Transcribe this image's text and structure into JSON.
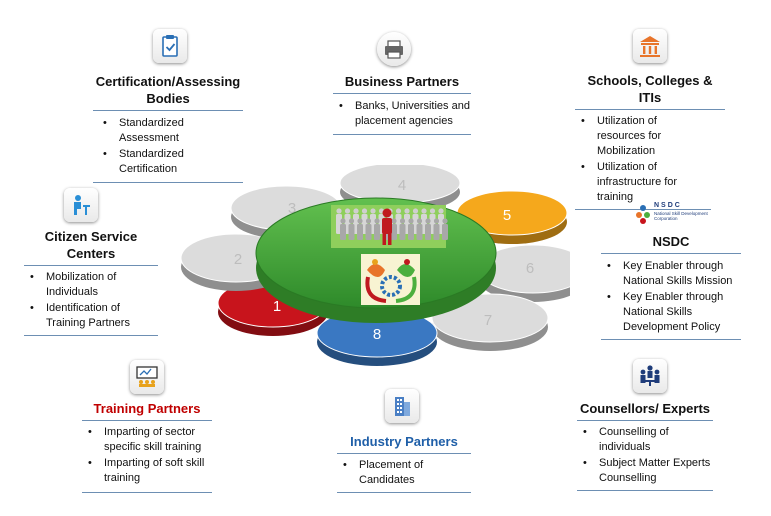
{
  "sections": {
    "certification": {
      "title": "Certification/Assessing Bodies",
      "items": [
        "Standardized Assessment",
        "Standardized Certification"
      ],
      "icon": "clipboard-check-icon"
    },
    "business": {
      "title": "Business Partners",
      "items": [
        "Banks, Universities and placement agencies"
      ],
      "icon": "printer-icon"
    },
    "schools": {
      "title": "Schools, Colleges & ITIs",
      "items": [
        "Utilization of resources for Mobilization",
        "Utilization of infrastructure for training"
      ],
      "icon": "institution-building-icon"
    },
    "citizen": {
      "title": "Citizen Service Centers",
      "items": [
        "Mobilization of Individuals",
        "Identification of Training Partners"
      ],
      "icon": "person-at-desk-icon"
    },
    "nsdc": {
      "title": "NSDC",
      "logo_text": "NSDC",
      "logo_subtext": "National Skill Development Corporation",
      "items": [
        "Key Enabler through National Skills Mission",
        "Key Enabler through National Skills Development Policy"
      ]
    },
    "training": {
      "title": "Training Partners",
      "items": [
        "Imparting of sector specific skill training",
        "Imparting of soft skill training"
      ],
      "icon": "classroom-presentation-icon",
      "title_color": "#c00000"
    },
    "industry": {
      "title": "Industry Partners",
      "items": [
        "Placement of Candidates"
      ],
      "icon": "office-building-icon",
      "title_color": "#1f5fa8"
    },
    "counsellors": {
      "title": "Counsellors/ Experts",
      "items": [
        "Counselling of individuals",
        "Subject Matter Experts Counselling"
      ],
      "icon": "group-meeting-icon"
    }
  },
  "wheel": {
    "petals": [
      {
        "label": "1",
        "color": "#c8141c"
      },
      {
        "label": "2",
        "color": "#dcdcdc"
      },
      {
        "label": "3",
        "color": "#dcdcdc"
      },
      {
        "label": "4",
        "color": "#dcdcdc"
      },
      {
        "label": "5",
        "color": "#f5a81c"
      },
      {
        "label": "6",
        "color": "#dcdcdc"
      },
      {
        "label": "7",
        "color": "#dcdcdc"
      },
      {
        "label": "8",
        "color": "#3a78c2"
      }
    ],
    "center_color": "#4caf3e",
    "center_images": [
      "crowd-leader-icon",
      "skill-india-gear-logo-icon"
    ]
  }
}
